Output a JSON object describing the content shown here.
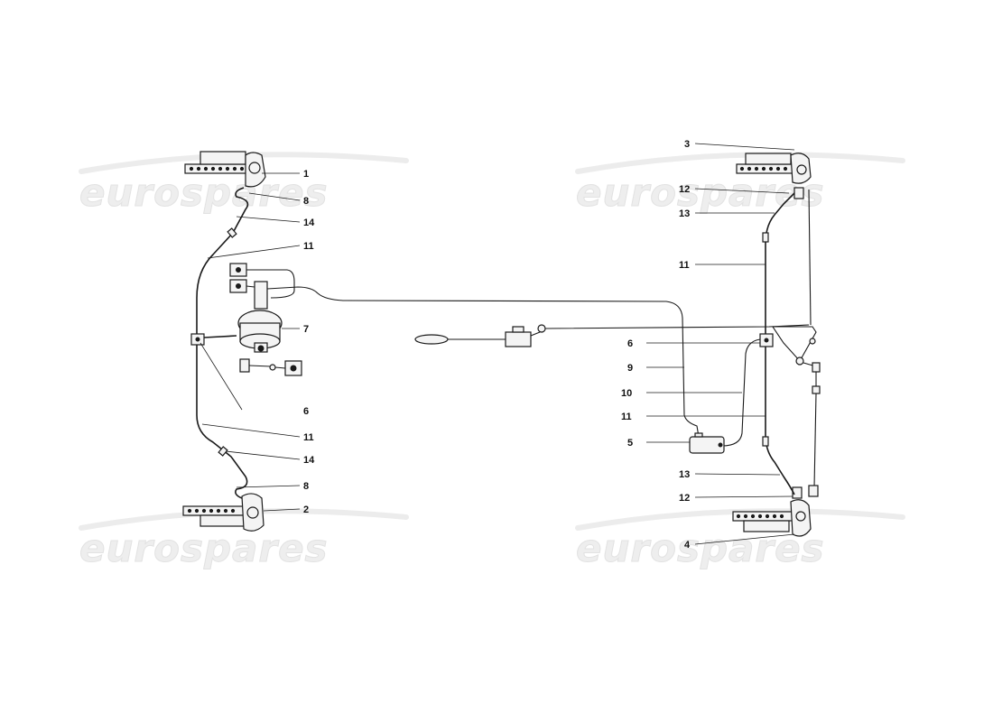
{
  "watermark": {
    "text": "eurospares",
    "color": "#eeeeee"
  },
  "diagram": {
    "labels": {
      "l1": "1",
      "l2": "2",
      "l3": "3",
      "l4": "4",
      "l5": "5",
      "l6a": "6",
      "l6b": "6",
      "l7": "7",
      "l8a": "8",
      "l8b": "8",
      "l9": "9",
      "l10": "10",
      "l11a": "11",
      "l11b": "11",
      "l11c": "11",
      "l11d": "11",
      "l12a": "12",
      "l12b": "12",
      "l13a": "13",
      "l13b": "13",
      "l14a": "14",
      "l14b": "14"
    }
  }
}
